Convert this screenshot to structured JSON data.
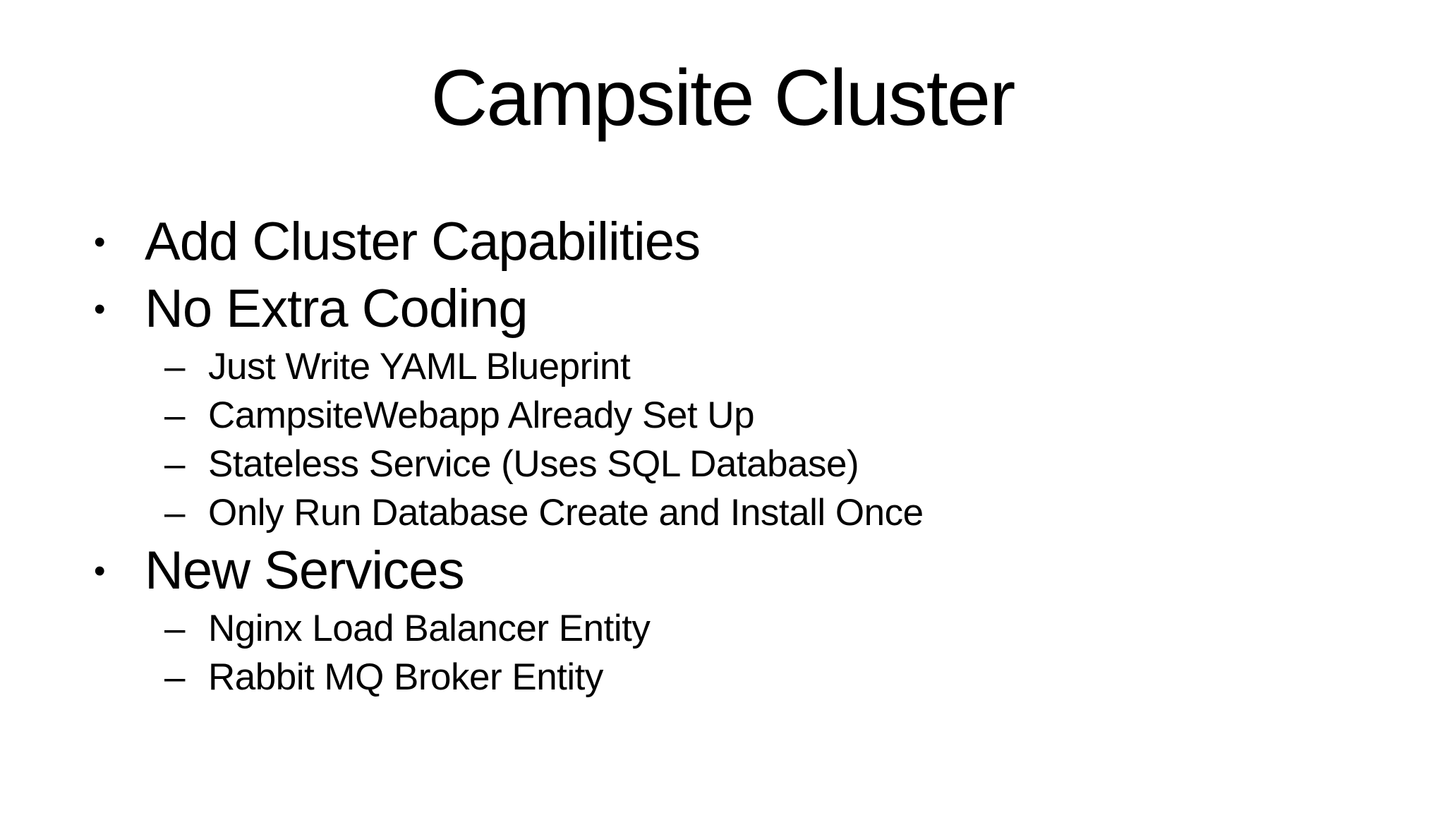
{
  "slide": {
    "title": "Campsite Cluster",
    "markers": {
      "level1": "•",
      "level2": "–"
    },
    "colors": {
      "background": "#ffffff",
      "text": "#000000"
    },
    "bullets": [
      {
        "label": "Add Cluster Capabilities",
        "children": []
      },
      {
        "label": "No Extra Coding",
        "children": [
          "Just Write YAML Blueprint",
          "CampsiteWebapp Already Set Up",
          "Stateless Service (Uses SQL Database)",
          "Only Run Database Create and Install Once"
        ]
      },
      {
        "label": "New Services",
        "children": [
          "Nginx Load Balancer Entity",
          "Rabbit MQ Broker Entity"
        ]
      }
    ]
  }
}
